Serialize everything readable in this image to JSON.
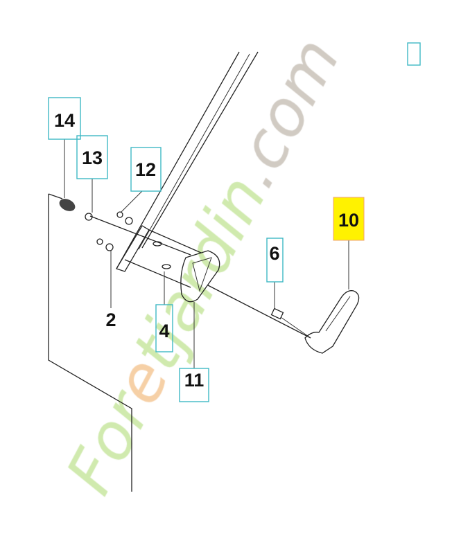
{
  "diagram": {
    "callouts": [
      {
        "id": "14",
        "label": "14",
        "boxed": true,
        "highlighted": false
      },
      {
        "id": "13",
        "label": "13",
        "boxed": true,
        "highlighted": false
      },
      {
        "id": "12",
        "label": "12",
        "boxed": true,
        "highlighted": false
      },
      {
        "id": "2",
        "label": "2",
        "boxed": false,
        "highlighted": false
      },
      {
        "id": "4",
        "label": "4",
        "boxed": true,
        "highlighted": false
      },
      {
        "id": "11",
        "label": "11",
        "boxed": true,
        "highlighted": false
      },
      {
        "id": "6",
        "label": "6",
        "boxed": true,
        "highlighted": false
      },
      {
        "id": "10",
        "label": "10",
        "boxed": true,
        "highlighted": true
      }
    ],
    "colors": {
      "box_outline": "#3fb8c4",
      "highlight_fill": "#fff200",
      "highlight_outline": "#f0a070",
      "line": "#222222"
    }
  },
  "watermark": {
    "text": "Foretjardin.com",
    "colors": [
      "#c8e6a0",
      "#f5c896",
      "#c9c2b8"
    ]
  }
}
